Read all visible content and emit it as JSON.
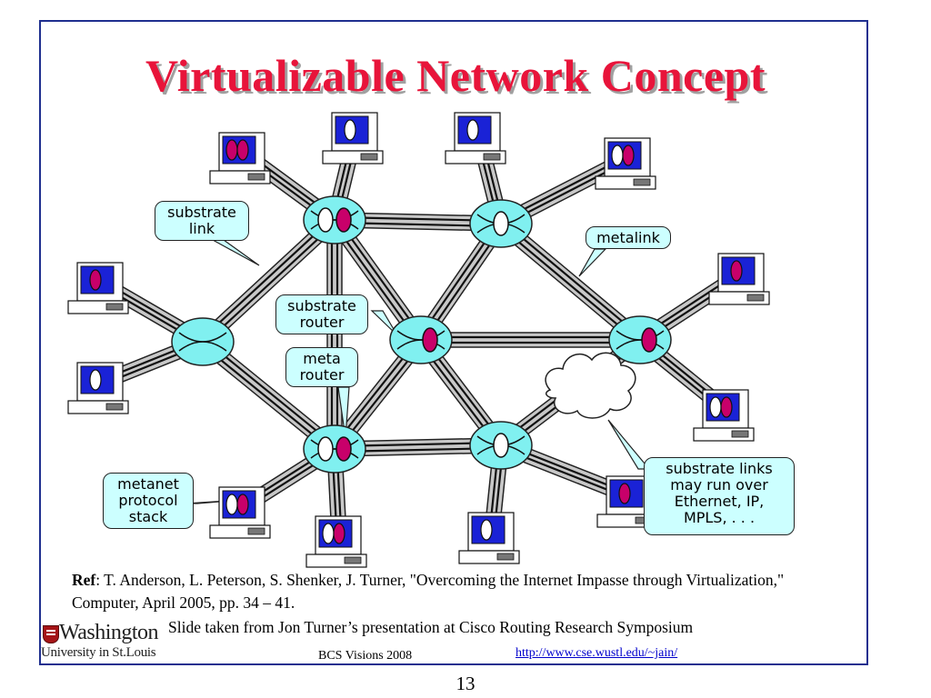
{
  "slide": {
    "title": "Virtualizable Network Concept",
    "page_number": "13"
  },
  "callouts": {
    "substrate_link": [
      "substrate",
      "link"
    ],
    "metalink": [
      "metalink"
    ],
    "substrate_router": [
      "substrate",
      "router"
    ],
    "meta_router": [
      "meta",
      "router"
    ],
    "metanet_protocol_stack": [
      "metanet",
      "protocol",
      "stack"
    ],
    "substrate_links_note": [
      "substrate links",
      "may run over",
      "Ethernet, IP,",
      "MPLS, . . ."
    ]
  },
  "reference": {
    "label": "Ref",
    "text": ": T. Anderson, L. Peterson, S. Shenker, J. Turner, \"Overcoming the Internet Impasse through Virtualization,\" Computer, April 2005, pp. 34 – 41."
  },
  "slide_note": "Slide taken from Jon Turner’s presentation at Cisco Routing Research Symposium",
  "logo": {
    "line1": "Washington",
    "line2": "University in St.Louis"
  },
  "footer": {
    "left": "BCS Visions 2008",
    "link": "http://www.cse.wustl.edu/~jain/"
  },
  "colors": {
    "title": "#e8143a",
    "router_fill": "#80f0f0",
    "meta_router_fill": "#c8006a",
    "screen_blue": "#1a22d6",
    "callout_fill": "#ccffff",
    "frame": "#1f2f8f",
    "link_fill": "#c8c8c8"
  },
  "icons": [
    "computer-icon",
    "substrate-router-icon",
    "meta-router-icon",
    "cloud-icon",
    "university-shield-icon"
  ]
}
